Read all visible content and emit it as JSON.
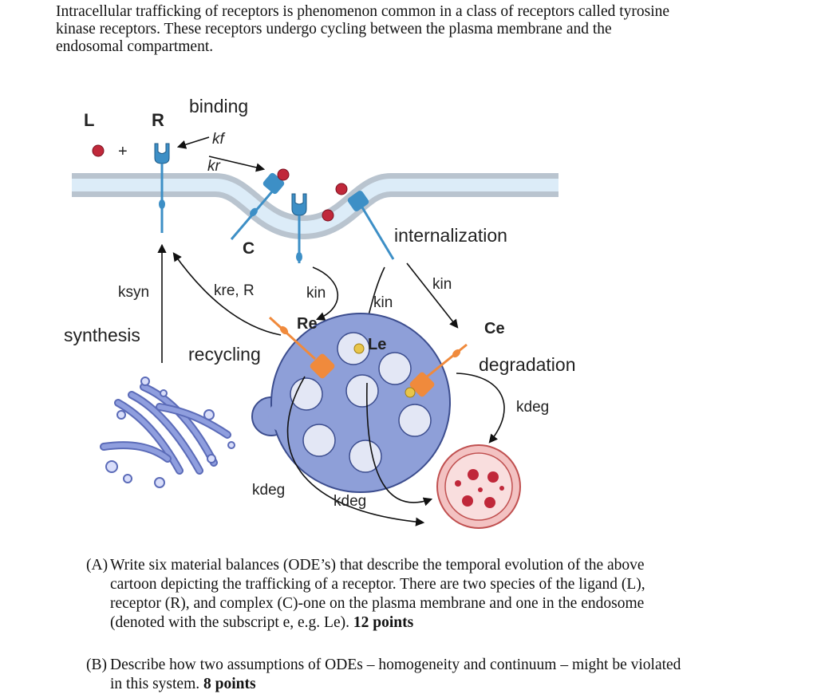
{
  "intro": {
    "lines": [
      "Intracellular trafficking of receptors is phenomenon common in a class of receptors called tyrosine",
      "kinase receptors. These receptors undergo cycling between the plasma membrane and the",
      "endosomal compartment."
    ]
  },
  "figure": {
    "labels": {
      "L": "L",
      "R": "R",
      "plus": "+",
      "binding": "binding",
      "kf": "kf",
      "kr": "kr",
      "C": "C",
      "internalization": "internalization",
      "ksyn": "ksyn",
      "synthesis": "synthesis",
      "kre": "kre, R",
      "recycling": "recycling",
      "kin_1": "kin",
      "kin_2": "kin",
      "kin_3": "kin",
      "Re": "Re",
      "Le": "Le",
      "Ce": "Ce",
      "degradation": "degradation",
      "kdeg_1": "kdeg",
      "kdeg_2": "kdeg",
      "kdeg_3": "kdeg"
    },
    "colors": {
      "membrane_outer": "#b9c4cf",
      "membrane_inner": "#dcecf8",
      "receptor": "#3d8fc6",
      "endosome_fill": "#8e9fd8",
      "endosome_stroke": "#3c4d8e",
      "endosomal_receptor": "#f08a3c",
      "ligand": "#c0283a",
      "endosomal_ligand": "#e8c54a",
      "lysosome": "#e8a0a0",
      "golgi": "#8f9ede"
    }
  },
  "questions": {
    "A": {
      "label": "(A)",
      "lines": [
        "Write six material balances (ODE’s) that describe the temporal evolution of the above",
        "cartoon depicting the trafficking of a receptor. There are two species of the ligand (L),",
        "receptor (R), and complex (C)-one on the plasma membrane and one in the endosome",
        "(denoted with the subscript e, e.g. Le)."
      ],
      "points": "12 points"
    },
    "B": {
      "label": "(B)",
      "lines": [
        "Describe how two assumptions of ODEs – homogeneity and continuum – might be violated",
        "in this system."
      ],
      "points": "8 points"
    }
  }
}
